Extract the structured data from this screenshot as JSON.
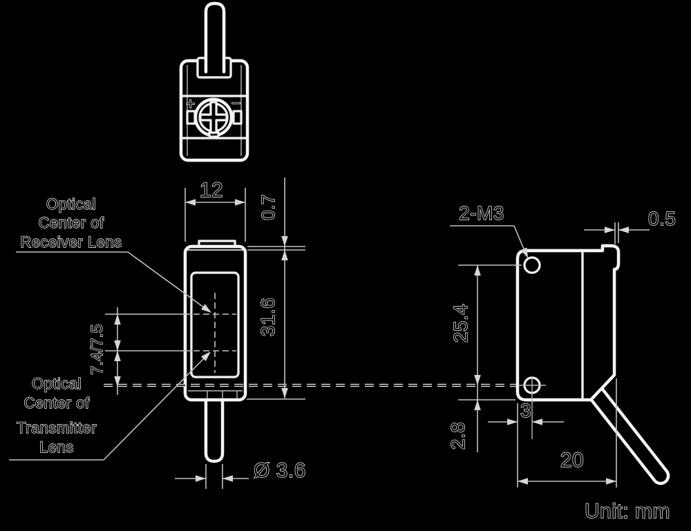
{
  "colors": {
    "background": "#000000",
    "object_line": "#f5f5f5",
    "dim_line": "#c4c4c4",
    "text_outline": "#f5f5f5"
  },
  "unit_note": "Unit: mm",
  "top_view": {
    "plus_mark": "+",
    "minus_mark": "−"
  },
  "front_view": {
    "labels": {
      "receiver_line1": "Optical",
      "receiver_line2": "Center of",
      "receiver_line3": "Receiver Lens",
      "transmitter_line1": "Optical",
      "transmitter_line2": "Center of",
      "transmitter_line3": "Transmitter",
      "transmitter_line4": "Lens"
    },
    "dims": {
      "width": "12",
      "top_plate": "0.7",
      "height": "31.6",
      "lens_centers": "7.4/7.5",
      "cable_diameter": "Ø 3.6"
    }
  },
  "side_view": {
    "dims": {
      "mounting_holes": "2-M3",
      "rear_step": "0.5",
      "hole_pitch": "25.4",
      "hole_to_bottom": "2.8",
      "hole_to_front": "3",
      "depth": "20"
    }
  }
}
